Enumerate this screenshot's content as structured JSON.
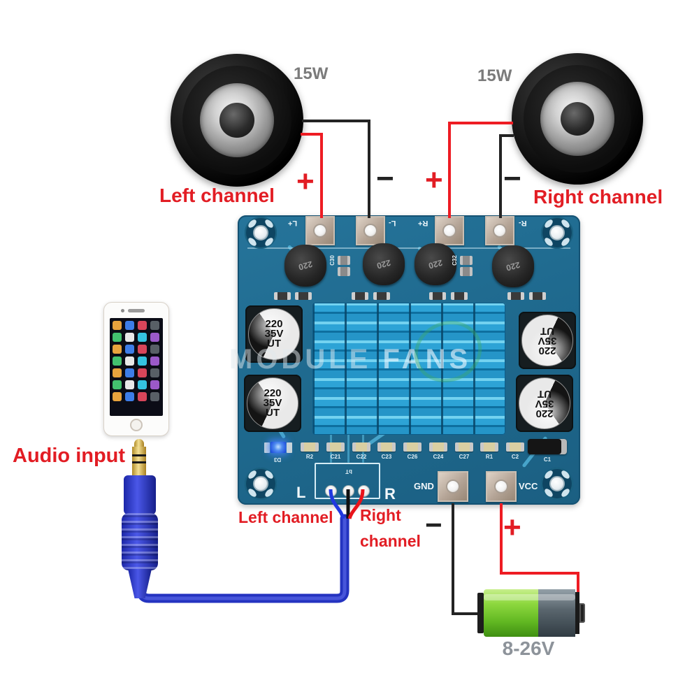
{
  "speakers": {
    "left": {
      "power": "15W",
      "channel_label": "Left channel",
      "plus": "+",
      "minus": "−"
    },
    "right": {
      "power": "15W",
      "channel_label": "Right channel",
      "plus": "+",
      "minus": "−"
    }
  },
  "board": {
    "output_terminals": [
      "L+",
      "L-",
      "R+",
      "R-"
    ],
    "inductor_value": "220",
    "inductor_cap_labels": [
      "C30",
      "C32"
    ],
    "capacitor": {
      "line1": "220",
      "line2": "35V",
      "line3": "UT"
    },
    "led_label": "D3",
    "bottom_component_labels": [
      "R2",
      "C21",
      "C22",
      "C23",
      "C26",
      "C24",
      "C27",
      "R1",
      "C2"
    ],
    "diode_label": "C1",
    "audio_header": {
      "header_label": "bT",
      "left": "L",
      "right": "R"
    },
    "power_labels": {
      "gnd": "GND",
      "vcc": "VCC"
    }
  },
  "audio_input": {
    "label": "Audio input",
    "left_channel": "Left channel",
    "right_channel_line1": "Right",
    "right_channel_line2": "channel"
  },
  "power": {
    "minus": "−",
    "plus": "+",
    "battery_range": "8-26V"
  },
  "watermark": {
    "part1": "MODULE",
    "part2": "FANS"
  },
  "colors": {
    "label_red": "#e21d24",
    "wire_red": "#ee1c23",
    "wire_black": "#222222",
    "pcb_blue": "#1f6a8f",
    "heatsink_cyan": "#2da3d6",
    "battery_green": "#8ed83f",
    "gray_text": "#7b7b7b",
    "jack_blue": "#2a35c8"
  }
}
